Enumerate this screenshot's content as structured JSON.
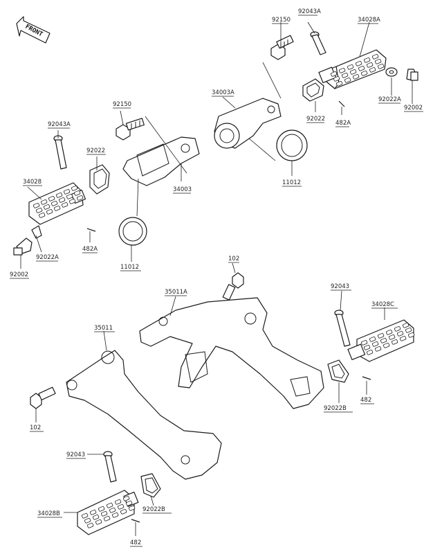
{
  "front_badge": {
    "text": "FRONT"
  },
  "labels": {
    "l92043A_top": "92043A",
    "l34028A": "34028A",
    "l92150_top": "92150",
    "l34003A": "34003A",
    "l92022A_right": "92022A",
    "l92002_right": "92002",
    "l92022_right": "92022",
    "l482A_right": "482A",
    "l11012_right": "11012",
    "l92150_left": "92150",
    "l92043A_left": "92043A",
    "l92022_left": "92022",
    "l34028": "34028",
    "l34003": "34003",
    "l482A_left": "482A",
    "l92022A_left": "92022A",
    "l92002_left": "92002",
    "l11012_left": "11012",
    "l102_top": "102",
    "l35011A": "35011A",
    "l92043_right": "92043",
    "l34028C": "34028C",
    "l35011": "35011",
    "l102_left": "102",
    "l92022B_right": "92022B",
    "l482_right": "482",
    "l92043_bottom": "92043",
    "l92022B_bottom": "92022B",
    "l34028B": "34028B",
    "l482_bottom": "482"
  }
}
